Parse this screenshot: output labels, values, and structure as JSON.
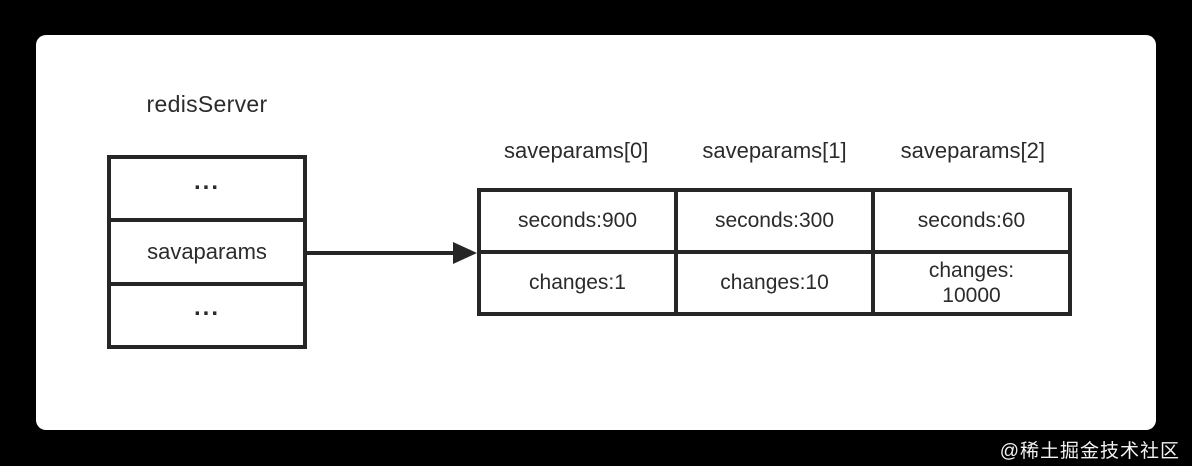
{
  "colors": {
    "background": "#000000",
    "panel": "#ffffff",
    "stroke": "#262626",
    "text": "#2b2b2b",
    "watermark_text": "#f2f2f2"
  },
  "diagram": {
    "server": {
      "title": "redisServer",
      "rows": [
        "...",
        "savaparams",
        "..."
      ]
    },
    "arrow": {
      "direction": "right",
      "from": "savaparams",
      "to": "saveparams-table"
    },
    "headers": [
      "saveparams[0]",
      "saveparams[1]",
      "saveparams[2]"
    ],
    "table": {
      "rows": [
        [
          "seconds:900",
          "seconds:300",
          "seconds:60"
        ],
        [
          "changes:1",
          "changes:10",
          "changes:\n10000"
        ]
      ]
    }
  },
  "watermark": "@稀土掘金技术社区"
}
